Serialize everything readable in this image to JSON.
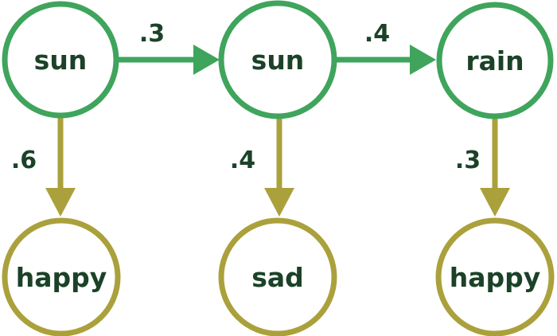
{
  "colors": {
    "background": "#ffffff",
    "hidden_node_stroke": "#3fa45c",
    "observed_node_stroke": "#aaa13c",
    "node_fill": "#ffffff",
    "text": "#1b4228"
  },
  "diagram": {
    "type": "hidden-markov-chain",
    "hidden_states": [
      {
        "label": "sun"
      },
      {
        "label": "sun"
      },
      {
        "label": "rain"
      }
    ],
    "observations": [
      {
        "label": "happy"
      },
      {
        "label": "sad"
      },
      {
        "label": "happy"
      }
    ],
    "transitions": [
      {
        "from": "sun",
        "to": "sun",
        "label": ".3"
      },
      {
        "from": "sun",
        "to": "rain",
        "label": ".4"
      }
    ],
    "emissions": [
      {
        "from": "sun",
        "to": "happy",
        "label": ".6"
      },
      {
        "from": "sun",
        "to": "sad",
        "label": ".4"
      },
      {
        "from": "rain",
        "to": "happy",
        "label": ".3"
      }
    ]
  }
}
